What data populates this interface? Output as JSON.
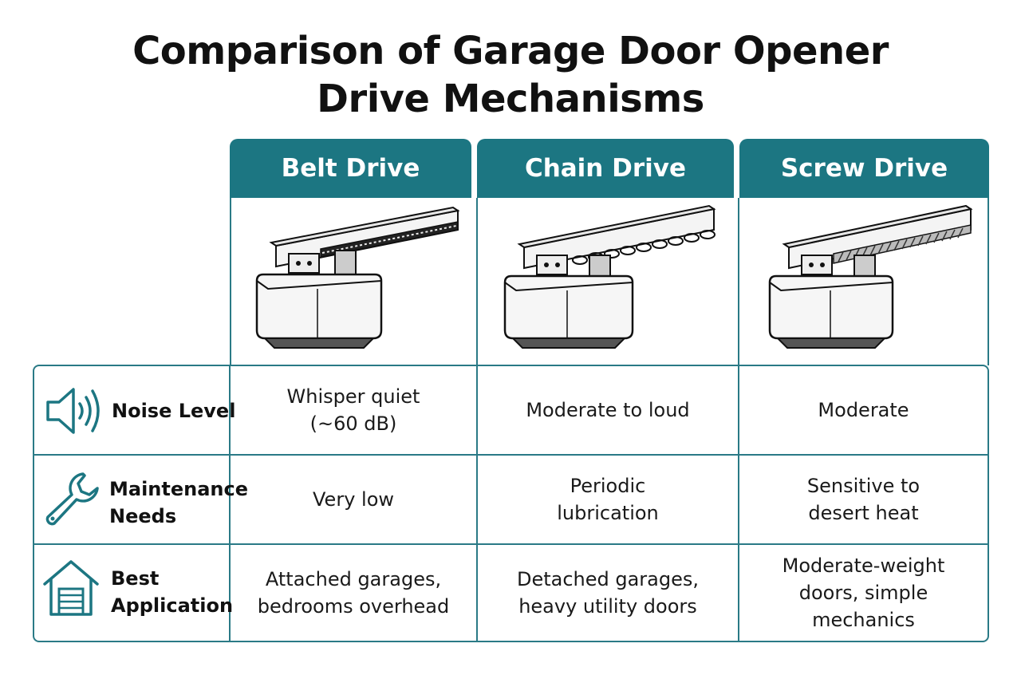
{
  "title": {
    "line1": "Comparison of Garage Door Opener",
    "line2": "Drive Mechanisms"
  },
  "columns": [
    {
      "name": "Belt Drive",
      "illustration": "belt-drive-opener"
    },
    {
      "name": "Chain Drive",
      "illustration": "chain-drive-opener"
    },
    {
      "name": "Screw Drive",
      "illustration": "screw-drive-opener"
    }
  ],
  "rows": [
    {
      "label": "Noise Level",
      "icon": "speaker-icon",
      "values": [
        "Whisper quiet\n(~60 dB)",
        "Moderate to loud",
        "Moderate"
      ]
    },
    {
      "label": "Maintenance\nNeeds",
      "icon": "wrench-icon",
      "values": [
        "Very low",
        "Periodic\nlubrication",
        "Sensitive to\ndesert heat"
      ]
    },
    {
      "label": "Best\nApplication",
      "icon": "garage-icon",
      "values": [
        "Attached garages,\nbedrooms overhead",
        "Detached garages,\nheavy utility doors",
        "Moderate-weight\ndoors, simple\nmechanics"
      ]
    }
  ],
  "colors": {
    "header": "#1c7682",
    "border": "#2a7a86",
    "icon": "#1c7682"
  }
}
